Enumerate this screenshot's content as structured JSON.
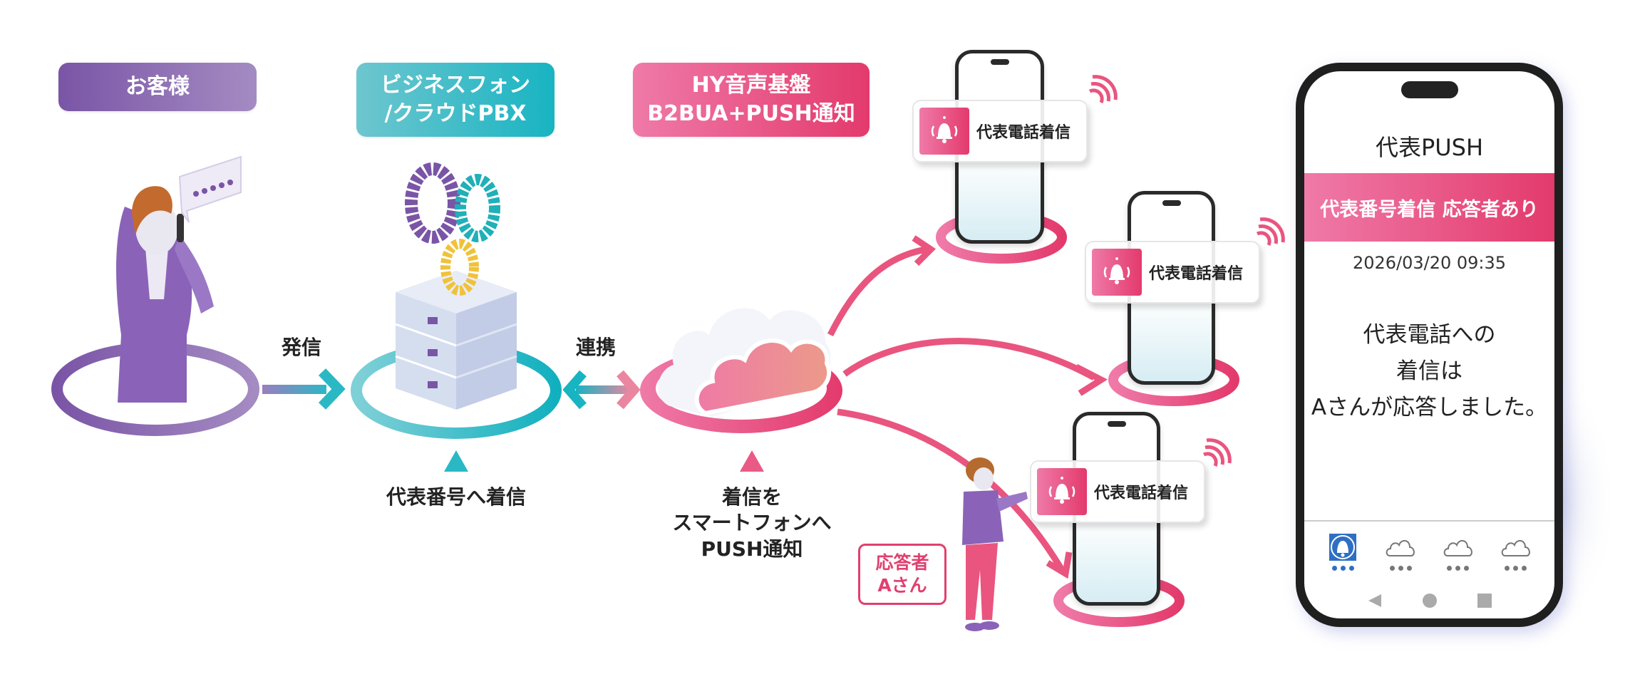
{
  "stages": {
    "customer": {
      "label": "お客様"
    },
    "pbx": {
      "label_line1": "ビジネスフォン",
      "label_line2": "/クラウドPBX"
    },
    "hy": {
      "label_line1": "HY音声基盤",
      "label_line2": "B2BUA+PUSH通知"
    }
  },
  "arrows": {
    "send": "発信",
    "link": "連携"
  },
  "captions": {
    "pbx": "代表番号へ着信",
    "cloud_line1": "着信を",
    "cloud_line2": "スマートフォンへ",
    "cloud_line3": "PUSH通知"
  },
  "notifications": [
    {
      "text": "代表電話着信",
      "icon": "bell-ringing-icon"
    },
    {
      "text": "代表電話着信",
      "icon": "bell-ringing-icon"
    },
    {
      "text": "代表電話着信",
      "icon": "bell-ringing-icon"
    }
  ],
  "responder": {
    "line1": "応答者",
    "line2": "Aさん"
  },
  "big_phone": {
    "app_title": "代表PUSH",
    "banner": "代表番号着信  応答者あり",
    "datetime": "2026/03/20 09:35",
    "message": [
      "代表電話への",
      "着信は",
      "Aさんが応答しました。"
    ],
    "tabs": [
      {
        "icon": "bell-icon",
        "active": true
      },
      {
        "icon": "cloud-icon",
        "active": false
      },
      {
        "icon": "cloud-icon",
        "active": false
      },
      {
        "icon": "cloud-icon",
        "active": false
      }
    ],
    "nav": [
      "back-icon",
      "home-icon",
      "recents-icon"
    ]
  },
  "colors": {
    "purple": "#7a55a6",
    "teal": "#18b4c2",
    "pink": "#e33a6c",
    "active_tab": "#2f6fc3"
  }
}
